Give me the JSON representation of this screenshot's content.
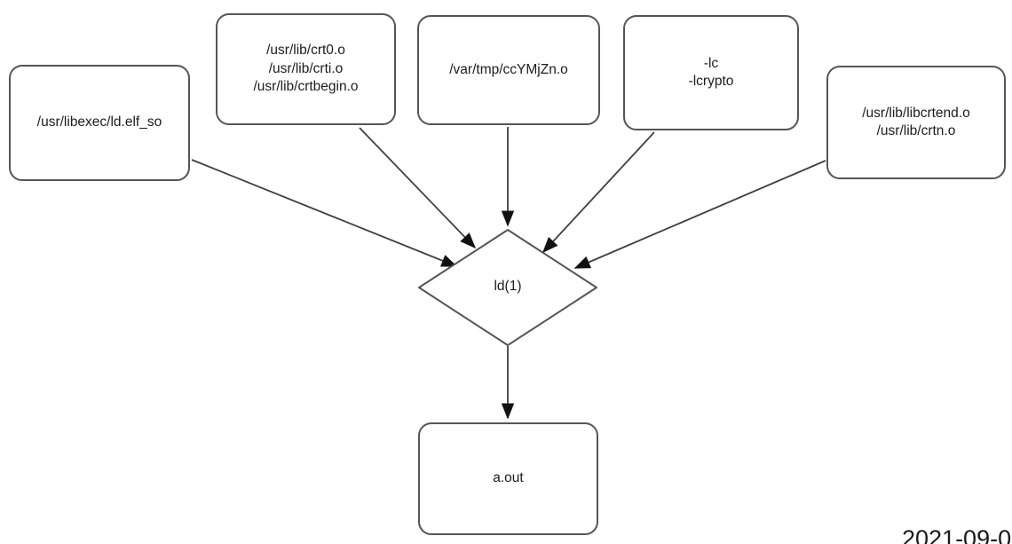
{
  "diagram": {
    "background": "#ffffff",
    "stroke_color": "#555555",
    "arrow_color": "#111111",
    "text_color": "#1c1c1c",
    "nodes": {
      "ld_elf_so": {
        "lines": [
          "/usr/libexec/ld.elf_so"
        ]
      },
      "crt_begin": {
        "lines": [
          "/usr/lib/crt0.o",
          "/usr/lib/crti.o",
          "/usr/lib/crtbegin.o"
        ]
      },
      "temp_object": {
        "lines": [
          "/var/tmp/ccYMjZn.o"
        ]
      },
      "libraries": {
        "lines": [
          "-lc",
          "-lcrypto"
        ]
      },
      "crt_end": {
        "lines": [
          "/usr/lib/libcrtend.o",
          "/usr/lib/crtn.o"
        ]
      },
      "linker": {
        "label": "ld(1)"
      },
      "output": {
        "label": "a.out"
      }
    },
    "edges": [
      {
        "from": "ld_elf_so",
        "to": "linker"
      },
      {
        "from": "crt_begin",
        "to": "linker"
      },
      {
        "from": "temp_object",
        "to": "linker"
      },
      {
        "from": "libraries",
        "to": "linker"
      },
      {
        "from": "crt_end",
        "to": "linker"
      },
      {
        "from": "linker",
        "to": "output"
      }
    ],
    "footer": {
      "date": "2021-09-0"
    }
  }
}
